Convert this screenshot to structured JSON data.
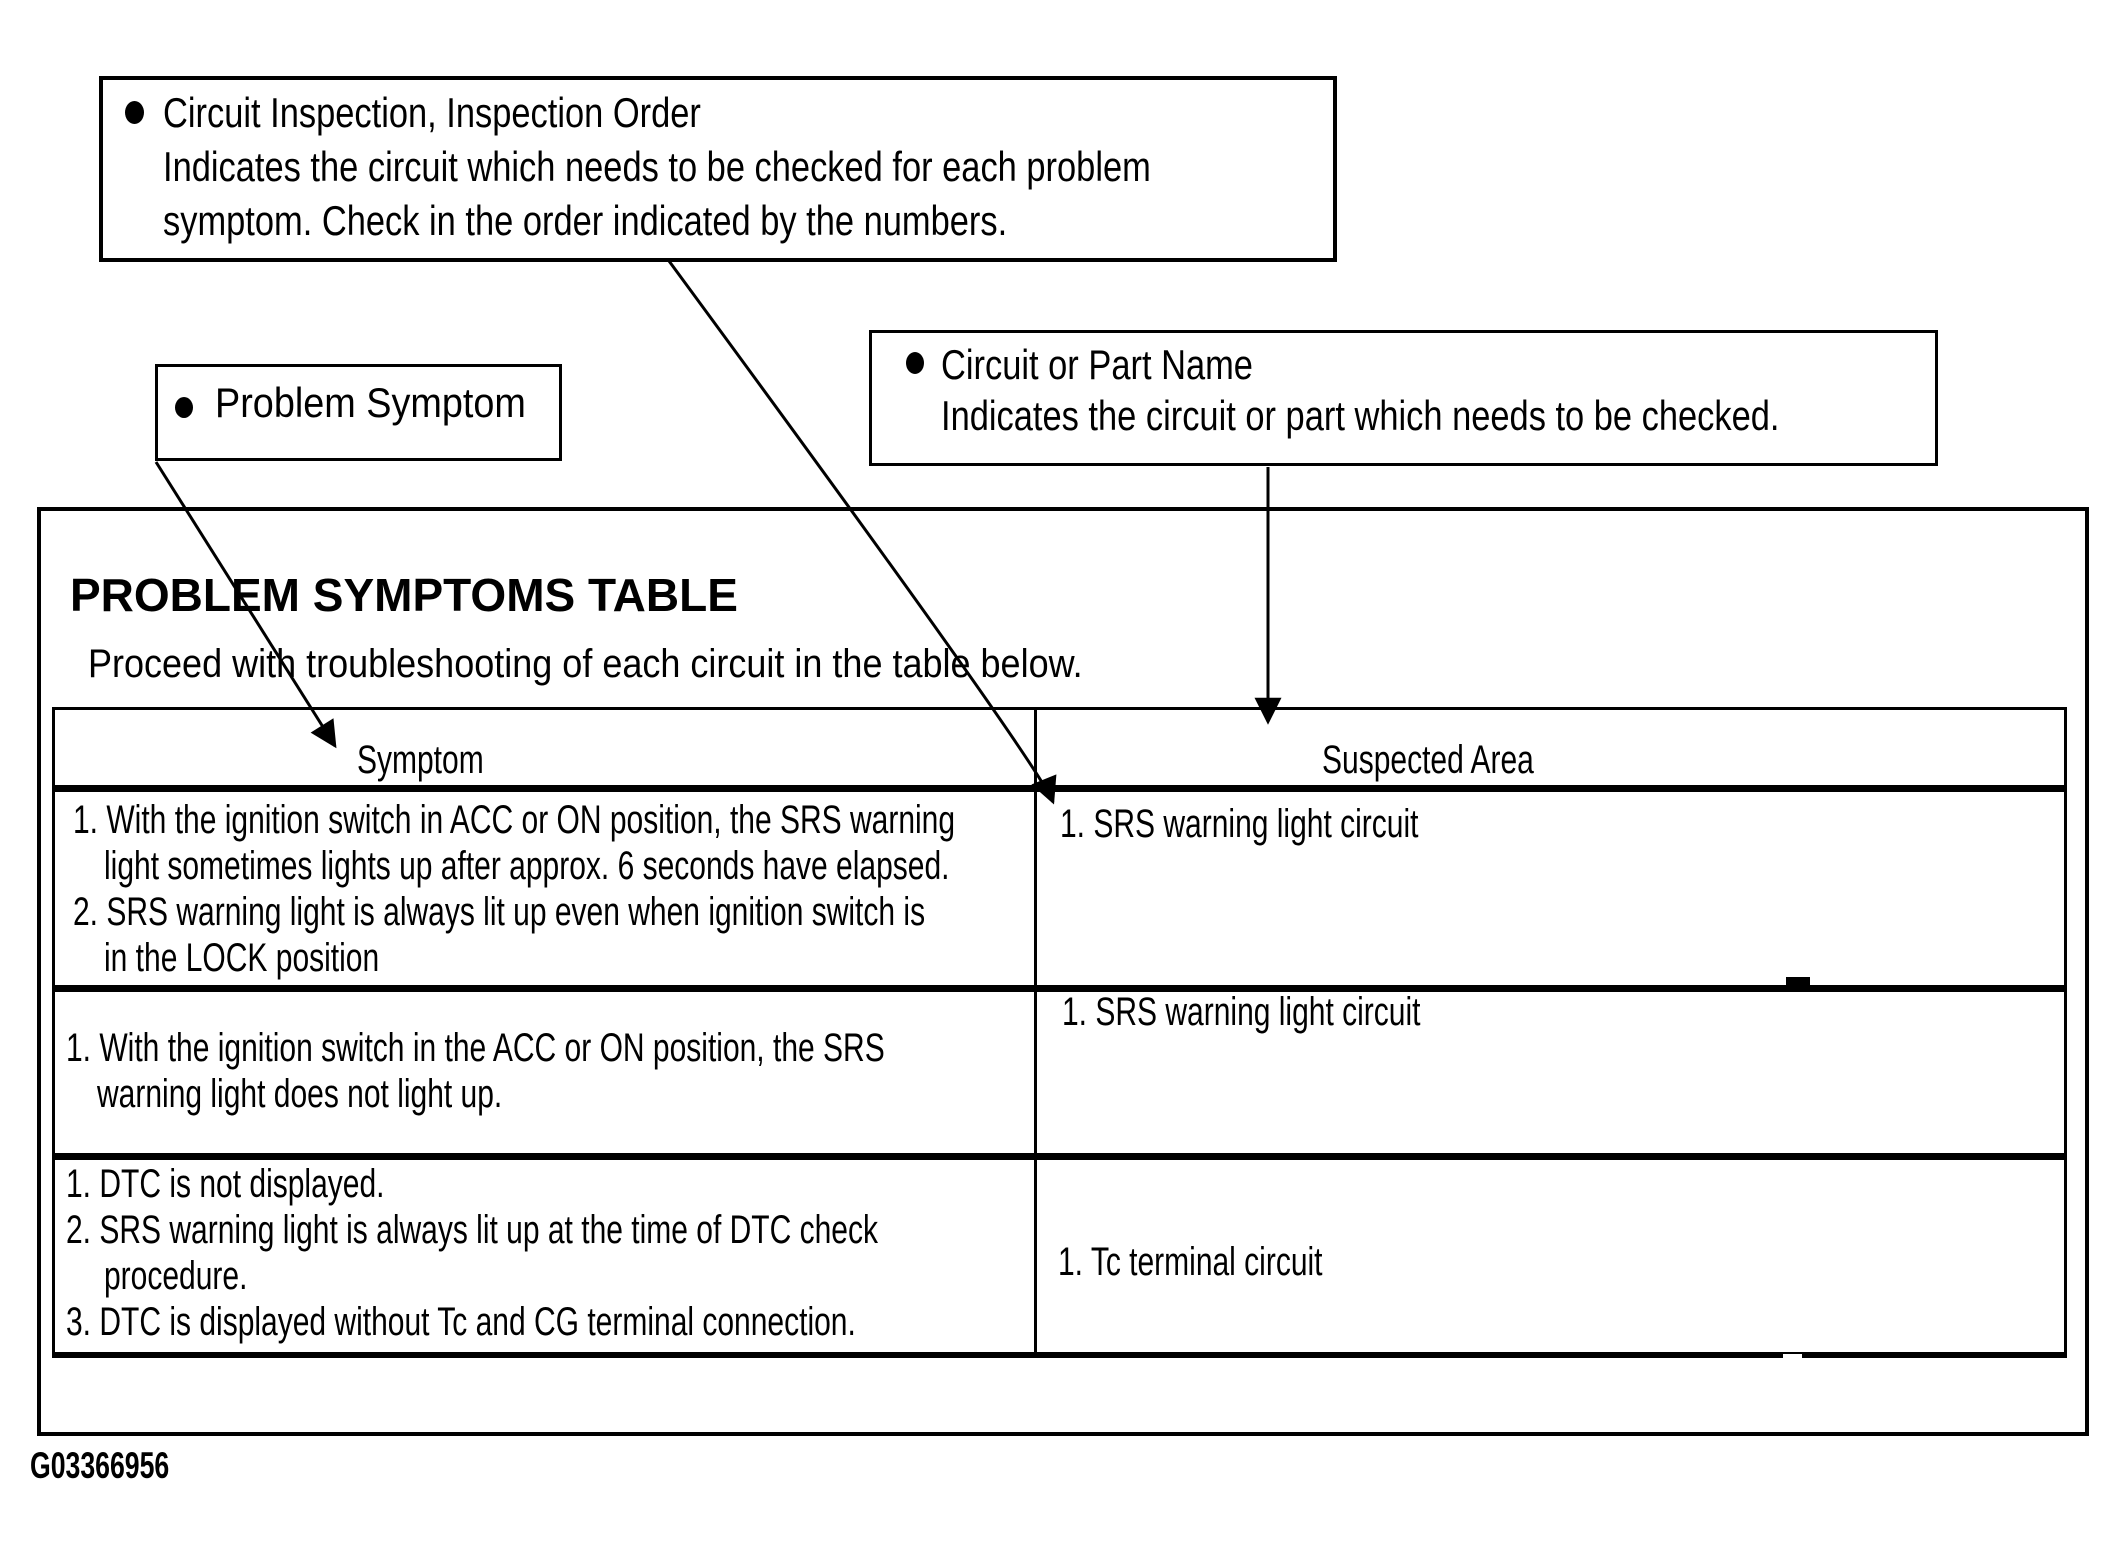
{
  "figure_code": "G03366956",
  "colors": {
    "ink": "#000000",
    "paper": "#ffffff"
  },
  "icons": {
    "bullet": "filled-circle"
  },
  "callouts": {
    "inspection_order": {
      "title": "Circuit Inspection, Inspection Order",
      "desc_line1": "Indicates the circuit which needs to be checked for each problem",
      "desc_line2": "symptom. Check in the order indicated by the numbers."
    },
    "problem_symptom": {
      "title": "Problem Symptom"
    },
    "circuit_or_part": {
      "title": "Circuit or Part Name",
      "desc_line1": "Indicates the circuit or part which needs to be checked."
    }
  },
  "panel": {
    "title": "PROBLEM SYMPTOMS TABLE",
    "intro": "Proceed with troubleshooting of each circuit in the table below."
  },
  "table": {
    "header": {
      "symptom": "Symptom",
      "suspected_area": "Suspected Area"
    },
    "rows": [
      {
        "symptom_lines": [
          "1. With the ignition switch in  ACC or ON position, the SRS warning",
          "light sometimes lights up after approx. 6 seconds have elapsed.",
          "2. SRS warning light is always lit up even when ignition switch is",
          "in the LOCK position"
        ],
        "suspected_area": "1. SRS warning light circuit"
      },
      {
        "symptom_lines": [
          "1. With the ignition switch in the ACC or ON position, the SRS",
          "warning light does not light up."
        ],
        "suspected_area": "1. SRS warning light circuit"
      },
      {
        "symptom_lines": [
          "1. DTC is not displayed.",
          "2. SRS warning light is always lit up at the time of DTC check",
          "procedure.",
          "3. DTC is displayed without Tc and CG terminal connection."
        ],
        "suspected_area": "1. Tc terminal circuit"
      }
    ]
  }
}
